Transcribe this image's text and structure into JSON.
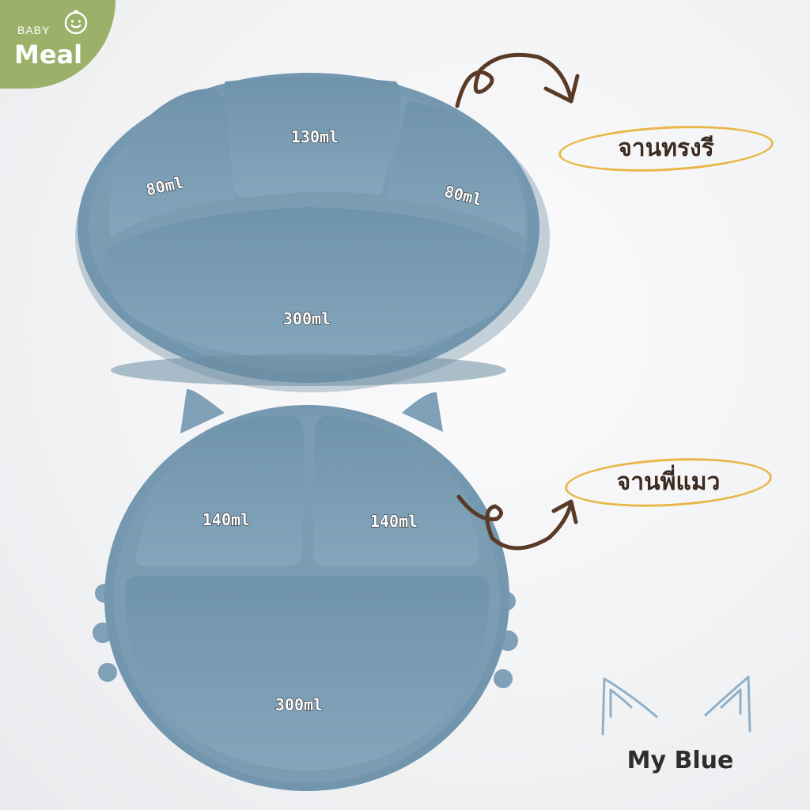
{
  "logo": {
    "baby": "BABY",
    "meal": "Meal",
    "face_icon": "baby-face-icon"
  },
  "oval_plate": {
    "name": "จานทรงรี",
    "sections": [
      "130ml",
      "80ml",
      "80ml",
      "300ml"
    ]
  },
  "cat_plate": {
    "name": "จานพี่แมว",
    "sections": [
      "140ml",
      "140ml",
      "300ml"
    ]
  },
  "brand": {
    "color_name": "My Blue",
    "icon": "cat-ears-icon"
  },
  "colors": {
    "plate": "#7c9fb6",
    "plate_dark": "#6a8ca3",
    "logo_green": "#9bb16a",
    "arrow": "#5a3a26",
    "highlight": "#e9b748"
  }
}
